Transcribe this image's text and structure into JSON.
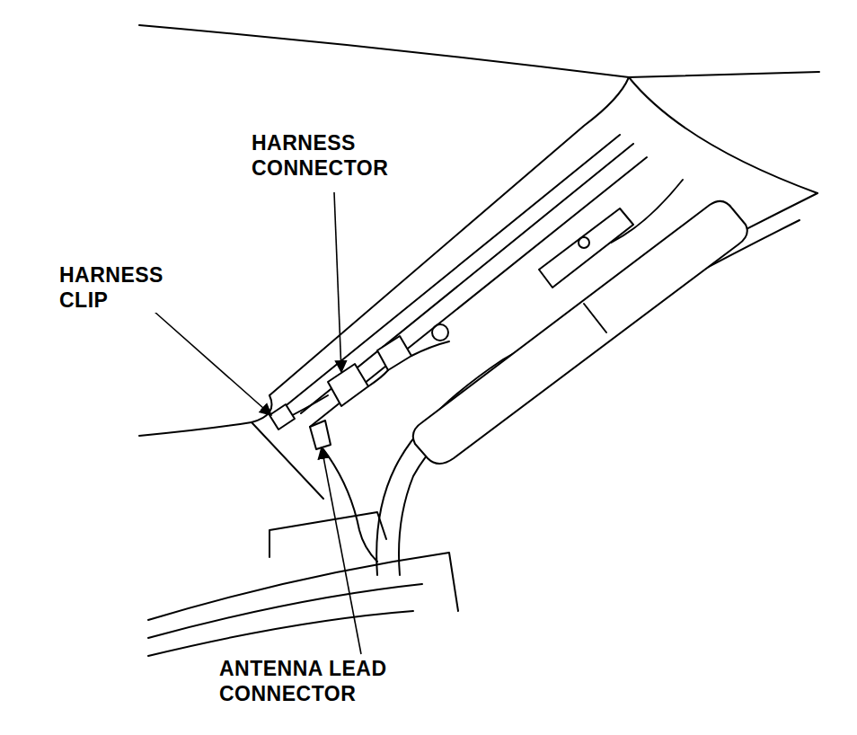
{
  "diagram": {
    "labels": [
      "HARNESS CONNECTOR",
      "HARNESS CLIP",
      "ANTENNA LEAD CONNECTOR"
    ]
  }
}
